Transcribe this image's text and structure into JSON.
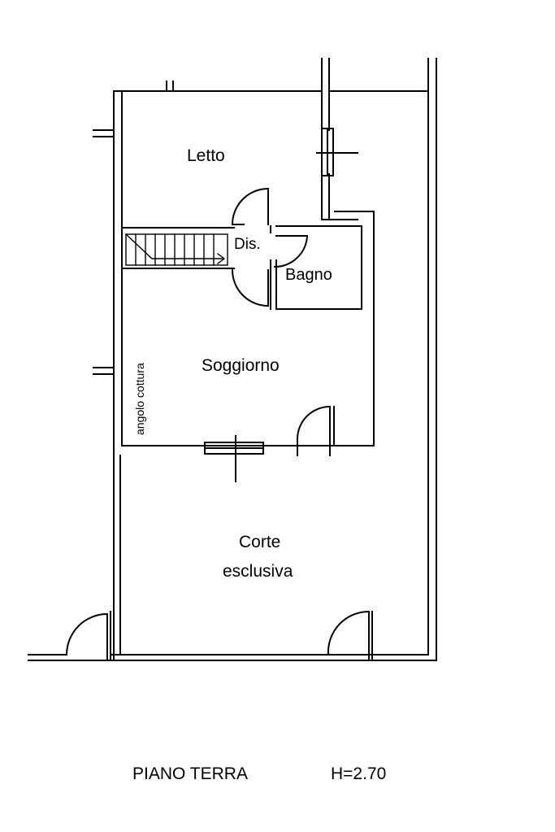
{
  "rooms": {
    "letto": "Letto",
    "dis": "Dis.",
    "bagno": "Bagno",
    "soggiorno": "Soggiorno",
    "angolo_cottura": "angolo cottura",
    "corte_line1": "Corte",
    "corte_line2": "esclusiva"
  },
  "footer": {
    "floor": "PIANO TERRA",
    "height": "H=2.70"
  }
}
